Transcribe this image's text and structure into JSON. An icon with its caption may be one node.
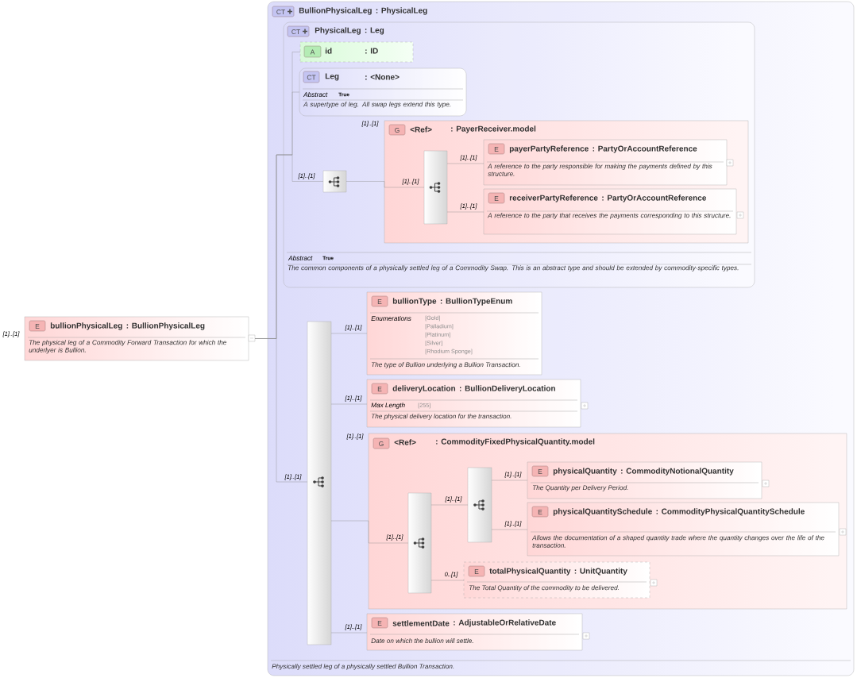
{
  "diagram": {
    "nodes": [
      {
        "text": [
          "E",
          "bullionPhysicalLeg",
          ": BullionPhysicalLeg",
          "The physical leg of a Commodity Forward Transaction for which the underlyer is Bullion."
        ],
        "beside": [
          "[1]..[1]"
        ]
      },
      {
        "text": [
          "CT",
          "BullionPhysicalLeg",
          ": PhysicalLeg",
          "Physically settled leg of a physically settled Bullion Transaction."
        ]
      },
      {
        "text": [
          "CT",
          "PhysicalLeg",
          ": Leg",
          "Abstract",
          "True",
          "The common components of a physically settled leg of a Commodity Swap. This is an abstract type and should be extended by commodity-specific types."
        ],
        "in": 1
      },
      {
        "text": [
          "A",
          "id",
          ": ID"
        ],
        "in": 2
      },
      {
        "text": [
          "CT",
          "Leg",
          ": <None>",
          "Abstract",
          "True",
          "A supertype of leg. All swap legs extend this type."
        ],
        "in": 2
      },
      {
        "text": [],
        "shape": "box",
        "in": 2
      },
      {
        "text": [
          "G",
          "<Ref>",
          ": PayerReceiver.model"
        ],
        "in": 2,
        "beside": [
          "[1]..[1]"
        ]
      },
      {
        "text": [],
        "shape": "box",
        "in": 6
      },
      {
        "text": [
          "E",
          "payerPartyReference",
          ": PartyOrAccountReference",
          "A reference to the party responsible for making the payments defined by this structure."
        ],
        "in": 6
      },
      {
        "text": [
          "E",
          "receiverPartyReference",
          ": PartyOrAccountReference",
          "A reference to the party that receives the payments corresponding to this structure."
        ],
        "in": 6
      },
      {
        "text": [],
        "shape": "box",
        "in": 1
      },
      {
        "text": [
          "E",
          "bullionType",
          ": BullionTypeEnum",
          "Enumerations",
          "[Gold]",
          "[Palladium]",
          "[Platinum]",
          "[Silver]",
          "[Rhodium Sponge]",
          "The type of Bullion underlying a Bullion Transaction."
        ],
        "in": 1
      },
      {
        "text": [
          "E",
          "deliveryLocation",
          ": BullionDeliveryLocation",
          "Max Length",
          "[255]",
          "The physical delivery location for the transaction."
        ],
        "in": 1
      },
      {
        "text": [
          "G",
          "<Ref>",
          ": CommodityFixedPhysicalQuantity.model"
        ],
        "in": 1,
        "beside": [
          "[1]..[1]"
        ]
      },
      {
        "text": [],
        "shape": "box",
        "in": 13
      },
      {
        "text": [],
        "shape": "box",
        "in": 13
      },
      {
        "text": [
          "E",
          "physicalQuantity",
          ": CommodityNotionalQuantity",
          "The Quantity per Delivery Period."
        ],
        "in": 13
      },
      {
        "text": [
          "E",
          "physicalQuantitySchedule",
          ": CommodityPhysicalQuantitySchedule",
          "Allows the documentation of a shaped quantity trade where the quantity changes over the life of the transaction."
        ],
        "in": 13
      },
      {
        "text": [
          "E",
          "totalPhysicalQuantity",
          ": UnitQuantity",
          "The Total Quantity of the commodity to be delivered."
        ],
        "in": 13
      },
      {
        "text": [
          "E",
          "settlementDate",
          ": AdjustableOrRelativeDate",
          "Date on which the bullion will settle."
        ],
        "in": 1
      }
    ],
    "edges": [
      {
        "from": 0,
        "to": 3,
        "arrow": "none"
      },
      {
        "from": 0,
        "to": 4,
        "arrow": "none"
      },
      {
        "from": 0,
        "to": 5,
        "arrow": "none",
        "label": "[1]..[1]"
      },
      {
        "from": 0,
        "to": 10,
        "arrow": "none",
        "label": "[1]..[1]"
      },
      {
        "from": 5,
        "to": 7,
        "arrow": "none",
        "label": "[1]..[1]"
      },
      {
        "from": 7,
        "to": 8,
        "arrow": "none",
        "label": "[1]..[1]"
      },
      {
        "from": 7,
        "to": 9,
        "arrow": "none",
        "label": "[1]..[1]"
      },
      {
        "from": 10,
        "to": 11,
        "arrow": "none",
        "label": "[1]..[1]"
      },
      {
        "from": 10,
        "to": 12,
        "arrow": "none",
        "label": "[1]..[1]"
      },
      {
        "from": 10,
        "to": 14,
        "arrow": "none",
        "label": "[1]..[1]"
      },
      {
        "from": 14,
        "to": 15,
        "arrow": "none",
        "label": "[1]..[1]"
      },
      {
        "from": 15,
        "to": 16,
        "arrow": "none",
        "label": "[1]..[1]"
      },
      {
        "from": 15,
        "to": 17,
        "arrow": "none",
        "label": "[1]..[1]"
      },
      {
        "from": 14,
        "to": 18,
        "arrow": "none",
        "label": "0..[1]"
      },
      {
        "from": 10,
        "to": 19,
        "arrow": "none",
        "label": "[1]..[1]"
      }
    ]
  }
}
